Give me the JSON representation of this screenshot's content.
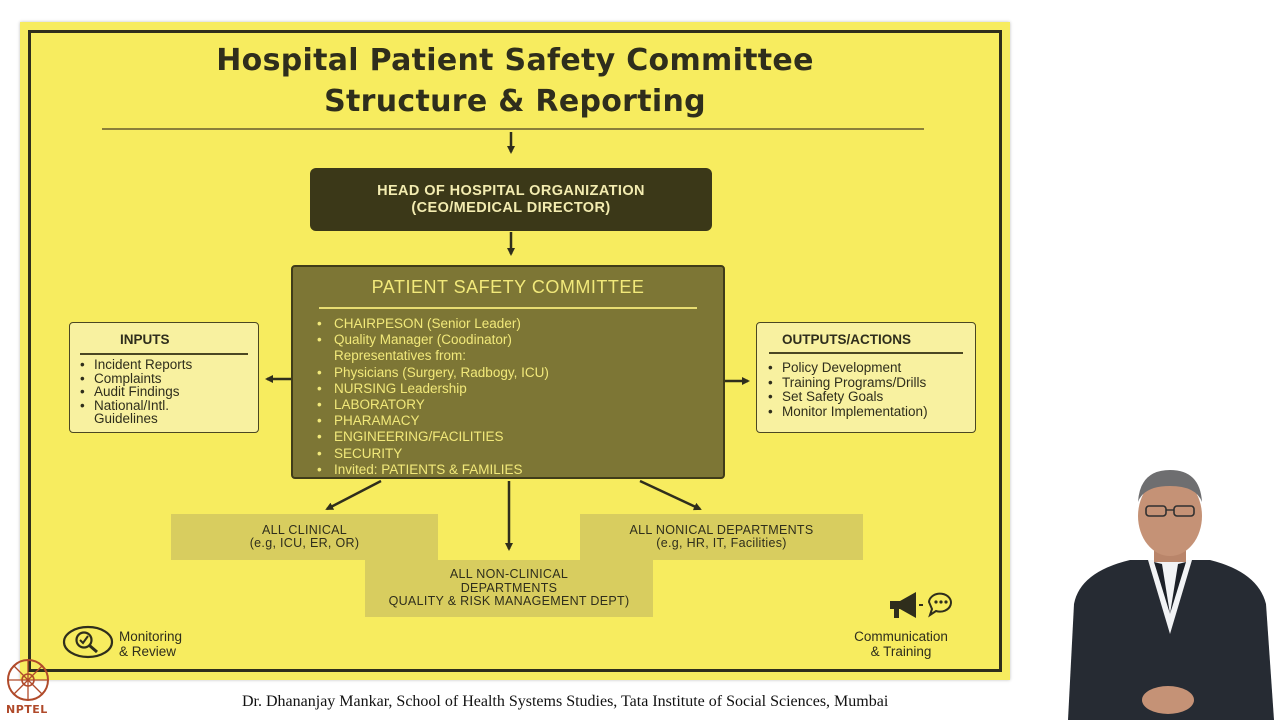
{
  "title": {
    "line1": "Hospital Patient Safety Committee",
    "line2": "Structure & Reporting"
  },
  "head": {
    "line1": "HEAD OF HOSPITAL ORGANIZATION",
    "line2": "(CEO/MEDICAL DIRECTOR)"
  },
  "committee": {
    "title": "PATIENT SAFETY COMMITTEE",
    "members": [
      {
        "bullet": true,
        "text": "CHAIRPESON (Senior Leader)"
      },
      {
        "bullet": true,
        "text": "Quality Manager (Coodinator)"
      },
      {
        "bullet": false,
        "text": "Representatives from:"
      },
      {
        "bullet": true,
        "text": "Physicians (Surgery, Radbogy, ICU)"
      },
      {
        "bullet": true,
        "text": "NURSING Leadership"
      },
      {
        "bullet": true,
        "text": "LABORATORY"
      },
      {
        "bullet": true,
        "text": "PHARAMACY"
      },
      {
        "bullet": true,
        "text": "ENGINEERING/FACILITIES"
      },
      {
        "bullet": true,
        "text": "SECURITY"
      },
      {
        "bullet": true,
        "text": "Invited: PATIENTS & FAMILIES"
      }
    ]
  },
  "inputs": {
    "title": "INPUTS",
    "items": [
      "Incident Reports",
      "Complaints",
      "Audit Findings",
      "National/Intl.\nGuidelines"
    ]
  },
  "outputs": {
    "title": "OUTPUTS/ACTIONS",
    "items": [
      "Policy Development",
      "Training Programs/Drills",
      "Set Safety Goals",
      "Monitor Implementation)"
    ]
  },
  "departments": {
    "clinical": {
      "line1": "ALL CLINICAL",
      "line2": "(e.g, ICU, ER, OR)"
    },
    "nonical": {
      "line1": "ALL NONICAL DEPARTMENTS",
      "line2": "(e.g, HR, IT, Facilities)"
    },
    "non_clinical": {
      "line1": "ALL NON-CLINICAL",
      "line2": "DEPARTMENTS",
      "line3": "QUALITY & RISK MANAGEMENT DEPT)"
    }
  },
  "monitoring": {
    "line1": "Monitoring",
    "line2": "& Review"
  },
  "communication": {
    "line1": "Communication",
    "line2": "& Training"
  },
  "footer": {
    "credit": "Dr. Dhananjay Mankar, School of Health Systems Studies, Tata Institute of Social Sciences, Mumbai",
    "logo": "NPTEL"
  },
  "colors": {
    "slide_bg": "#f7ec5f",
    "dark": "#2f2e1c",
    "committee_bg": "#7d7635",
    "committee_text": "#f2e97a",
    "dept_bg": "#d8cd5f"
  },
  "icons": [
    "magnifier-check-icon",
    "megaphone-icon",
    "speech-bubble-icon",
    "nptel-logo-icon"
  ]
}
